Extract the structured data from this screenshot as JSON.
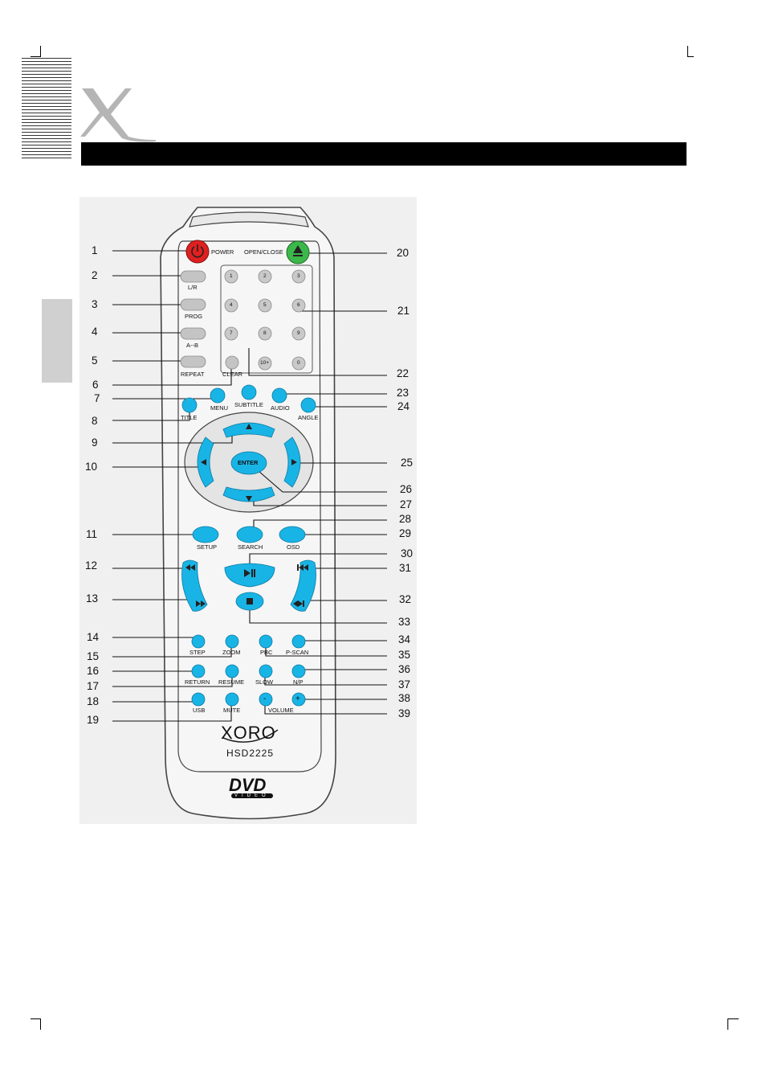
{
  "document": {
    "brand_logo": "X",
    "model_brand": "XORO",
    "model_number": "HSD2225",
    "dvd_logo": "DVD",
    "dvd_logo_sub": "VIDEO"
  },
  "buttons": {
    "power": "POWER",
    "open_close": "OPEN/CLOSE",
    "lr": "L/R",
    "prog": "PROG",
    "ab": "A--B",
    "repeat": "REPEAT",
    "clear": "CLEAR",
    "subtitle": "SUBTITLE",
    "menu": "MENU",
    "audio": "AUDIO",
    "title": "TITLE",
    "angle": "ANGLE",
    "enter": "ENTER",
    "setup": "SETUP",
    "search": "SEARCH",
    "osd": "OSD",
    "step": "STEP",
    "zoom": "ZOOM",
    "pbc": "PBC",
    "pscan": "P-SCAN",
    "return": "RETURN",
    "resume": "RESUME",
    "slow": "SLOW",
    "np": "N/P",
    "usb": "USB",
    "mute": "MUTE",
    "volume": "VOLUME",
    "volume_minus": "-",
    "volume_plus": "+"
  },
  "numpad": [
    "1",
    "2",
    "3",
    "4",
    "5",
    "6",
    "7",
    "8",
    "9",
    "10+",
    "0"
  ],
  "callouts_left": [
    "1",
    "2",
    "3",
    "4",
    "5",
    "6",
    "7",
    "8",
    "9",
    "10",
    "11",
    "12",
    "13",
    "14",
    "15",
    "16",
    "17",
    "18",
    "19"
  ],
  "callouts_right": [
    "20",
    "21",
    "22",
    "23",
    "24",
    "25",
    "26",
    "27",
    "28",
    "29",
    "30",
    "31",
    "32",
    "33",
    "34",
    "35",
    "36",
    "37",
    "38",
    "39"
  ],
  "colors": {
    "accent_blue": "#19b4e6",
    "power_red": "#e02020",
    "open_green": "#3cb84a",
    "grey_button": "#c4c4c4"
  },
  "icons": [
    "power-icon",
    "eject-icon",
    "up-arrow-icon",
    "down-arrow-icon",
    "left-arrow-icon",
    "right-arrow-icon",
    "rewind-icon",
    "fast-forward-icon",
    "play-pause-icon",
    "stop-icon",
    "prev-track-icon",
    "next-track-icon"
  ]
}
